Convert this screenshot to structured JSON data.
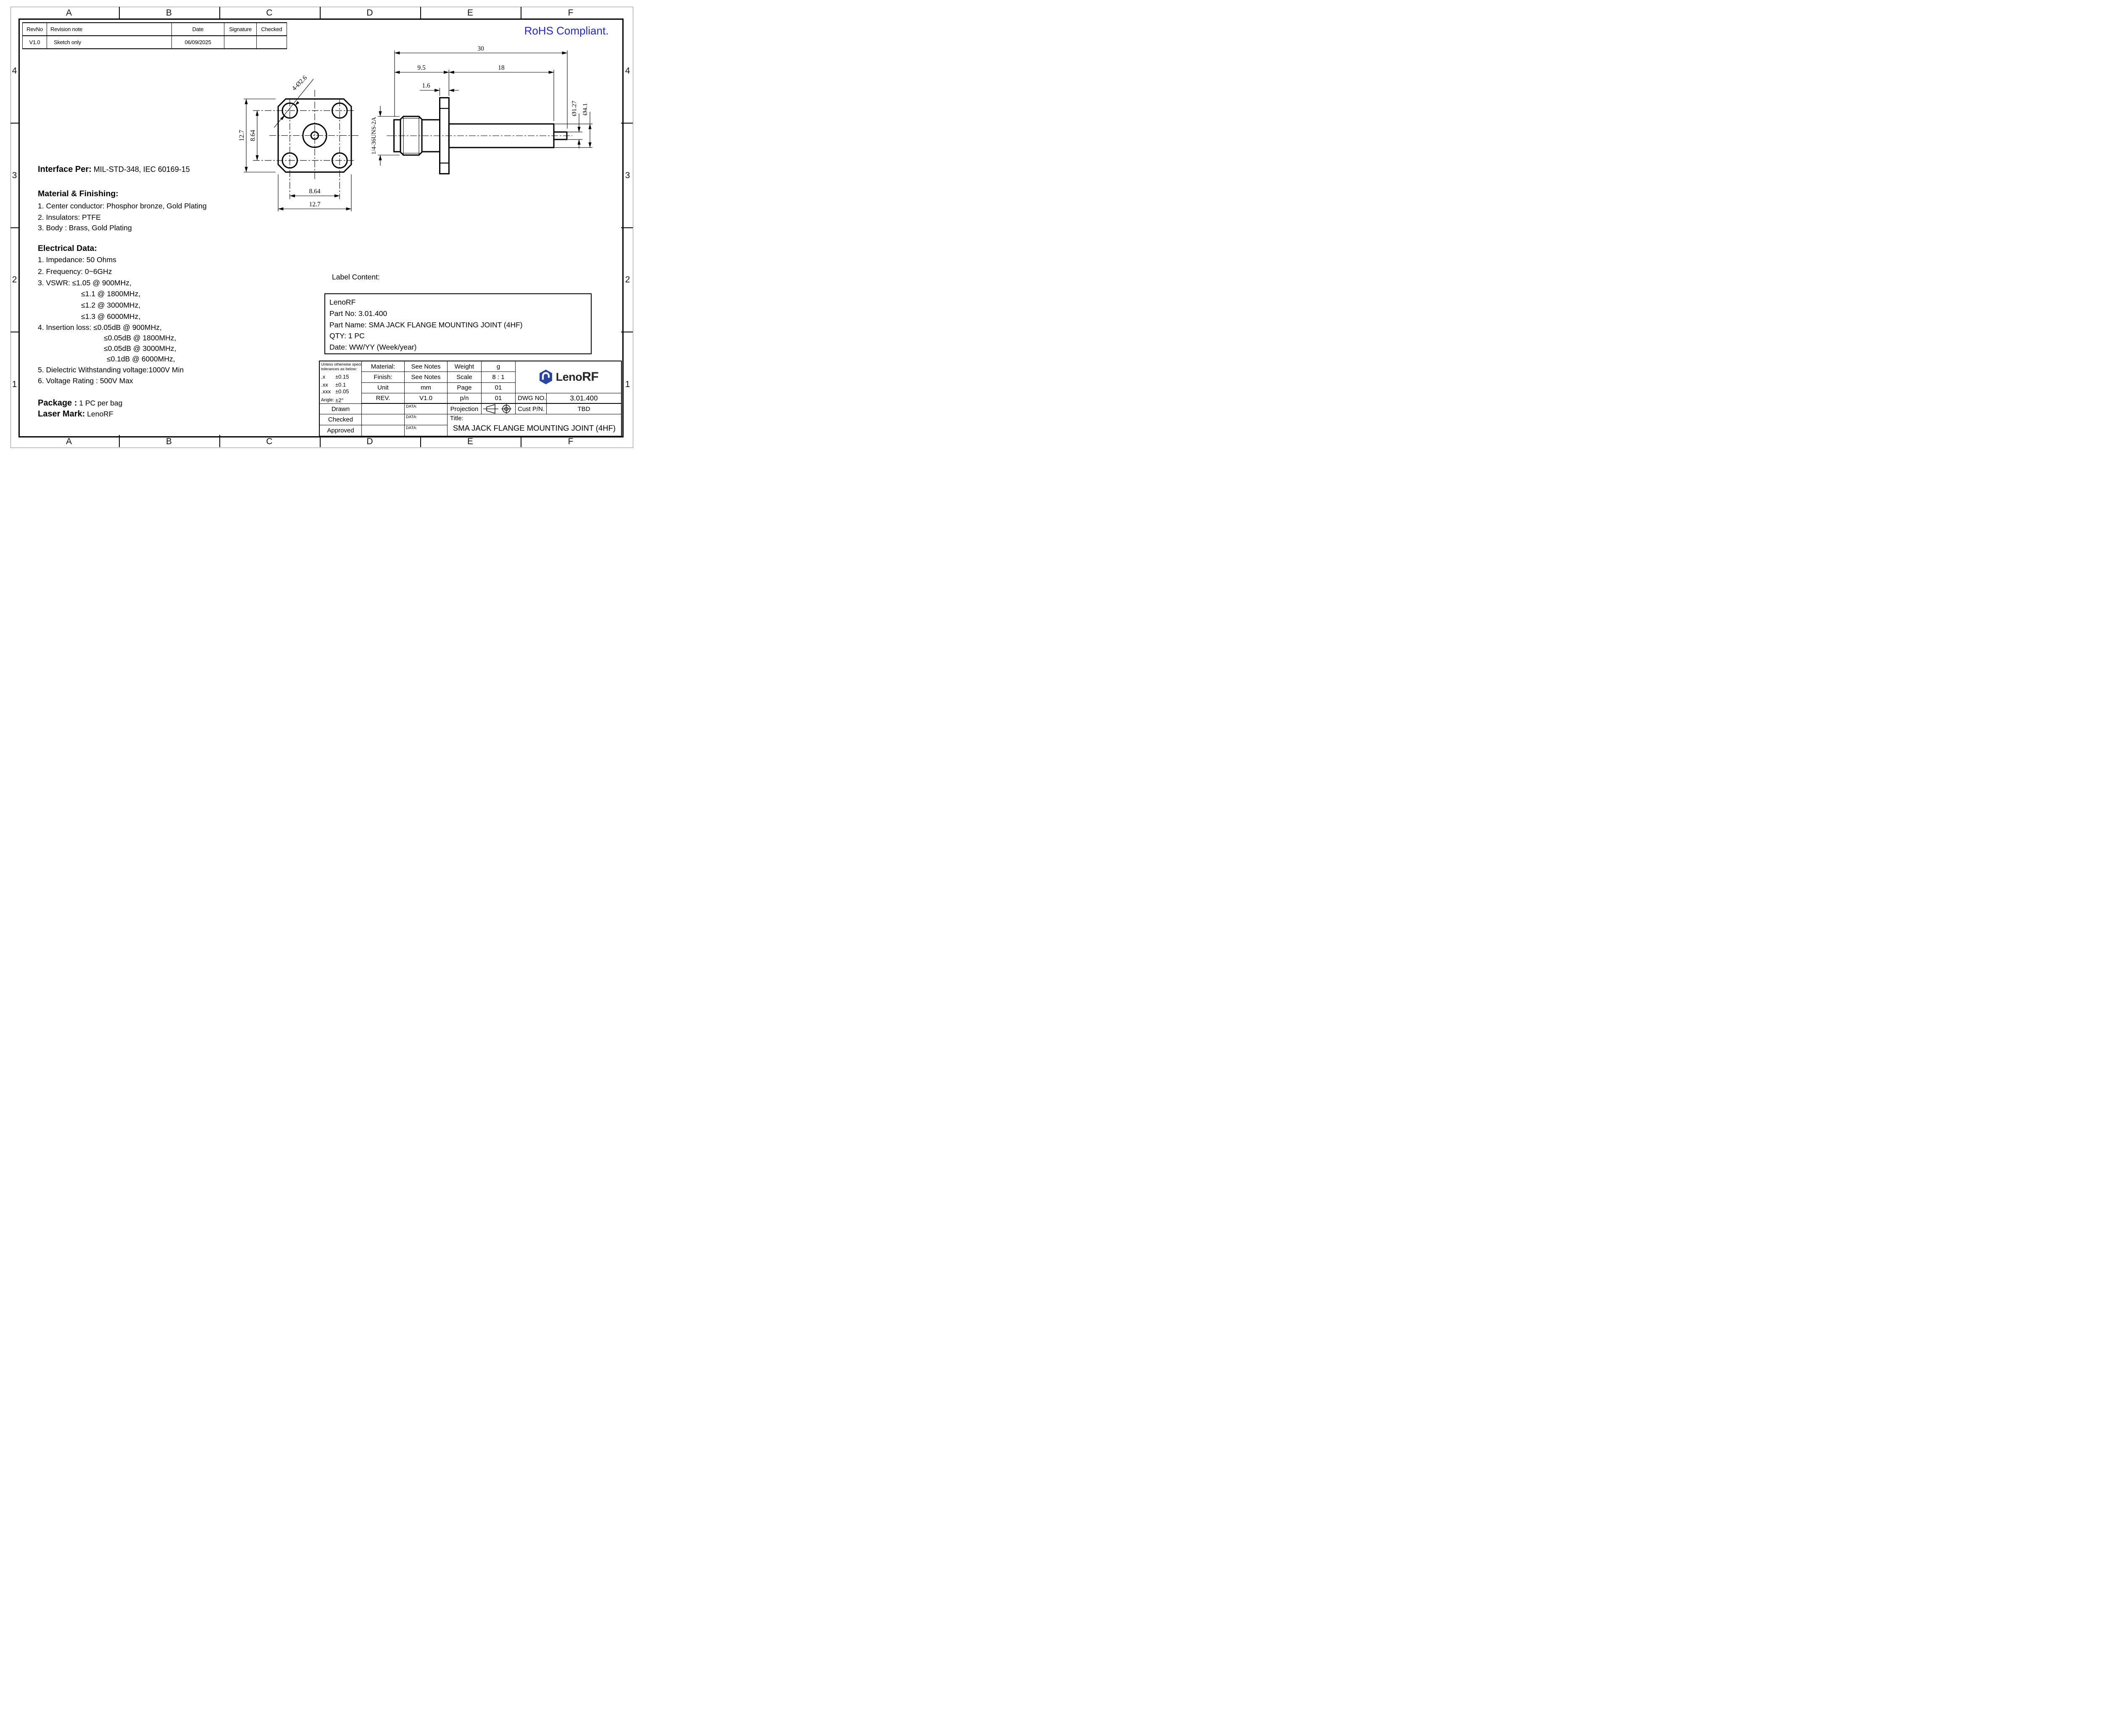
{
  "sheet": {
    "rohs_text": "RoHS Compliant.",
    "rohs_color": "#2323dd",
    "grid_letters": [
      "A",
      "B",
      "C",
      "D",
      "E",
      "F"
    ],
    "grid_numbers": [
      "4",
      "3",
      "2",
      "1"
    ]
  },
  "revision_table": {
    "headers": {
      "rev_no": "RevNo",
      "note": "Revision note",
      "date": "Date",
      "signature": "Signature",
      "checked": "Checked"
    },
    "row": {
      "rev_no": "V1.0",
      "note": "Sketch only",
      "date": "06/09/2025",
      "signature": "",
      "checked": ""
    }
  },
  "notes": {
    "interface_label": "Interface Per:",
    "interface_value": "MIL-STD-348, IEC 60169-15",
    "material_heading": "Material & Finishing:",
    "material_1": "1. Center conductor: Phosphor bronze, Gold Plating",
    "material_2": "2. Insulators: PTFE",
    "material_3": "3. Body : Brass, Gold Plating",
    "electrical_heading": "Electrical Data:",
    "electrical_1": "1. Impedance: 50 Ohms",
    "electrical_2": "2. Frequency: 0~6GHz",
    "electrical_3": "3. VSWR: ≤1.05 @ 900MHz,",
    "electrical_3b": "≤1.1 @ 1800MHz,",
    "electrical_3c": "≤1.2 @ 3000MHz,",
    "electrical_3d": "≤1.3 @ 6000MHz,",
    "electrical_4": "4. Insertion loss: ≤0.05dB @ 900MHz,",
    "electrical_4b": "≤0.05dB @ 1800MHz,",
    "electrical_4c": "≤0.05dB @ 3000MHz,",
    "electrical_4d": "≤0.1dB @ 6000MHz,",
    "electrical_5": "5. Dielectric Withstanding voltage:1000V Min",
    "electrical_6": "6. Voltage Rating : 500V Max",
    "package_label": "Package :",
    "package_value": "1 PC per bag",
    "laser_label": "Laser Mark:",
    "laser_value": "LenoRF"
  },
  "label_content": {
    "heading": "Label Content:",
    "line_1": "LenoRF",
    "line_2": "Part No: 3.01.400",
    "line_3": "Part Name: SMA JACK FLANGE MOUNTING JOINT (4HF)",
    "line_4": "QTY: 1 PC",
    "line_5": "Date: WW/YY  (Week/year)"
  },
  "drawing": {
    "front": {
      "dim_flange_height": "12.7",
      "dim_hole_spacing_v": "8.64",
      "dim_hole_spacing_h": "8.64",
      "dim_flange_width": "12.7",
      "holes_label": "4-Ø2.6"
    },
    "side": {
      "dim_total_length": "30",
      "dim_front_length": "9.5",
      "dim_body_length": "18",
      "dim_flange_thickness": "1.6",
      "thread_label": "1/4-36UNS-2A",
      "dim_pin_dia": "Ø1.27",
      "dim_body_dia": "Ø4.1"
    }
  },
  "title_block": {
    "tolerance_header_1": "Unless otherwise specified,",
    "tolerance_header_2": "tolerances as below:",
    "tol_x_label": ".x",
    "tol_x": "±0.15",
    "tol_xx_label": ".xx",
    "tol_xx": "±0.1",
    "tol_xxx_label": ".xxx",
    "tol_xxx": "±0.05",
    "angle_label": "Angle:",
    "angle_value": "±2°",
    "material_label": "Material:",
    "material_value": "See Notes",
    "finish_label": "Finish:",
    "finish_value": "See Notes",
    "unit_label": "Unit",
    "unit_value": "mm",
    "rev_label": "REV.",
    "rev_value": "V1.0",
    "weight_label": "Weight",
    "weight_value": "g",
    "scale_label": "Scale",
    "scale_value": "8 : 1",
    "page_label": "Page",
    "page_value": "01",
    "pn_label": "p/n",
    "pn_value": "01",
    "dwg_label": "DWG NO.",
    "dwg_value": "3.01.400",
    "cust_label": "Cust P/N.",
    "cust_value": "TBD",
    "projection_label": "Projection",
    "drawn_label": "Drawn",
    "checked_label": "Checked",
    "approved_label": "Approved",
    "data_label_1": "DATA:",
    "data_label_2": "DATA:",
    "data_label_3": "DATA:",
    "title_label": "Title:",
    "title_value": "SMA JACK FLANGE MOUNTING JOINT (4HF)",
    "logo_text_1": "Leno",
    "logo_text_2": "RF",
    "logo_color": "#2b46a0"
  }
}
